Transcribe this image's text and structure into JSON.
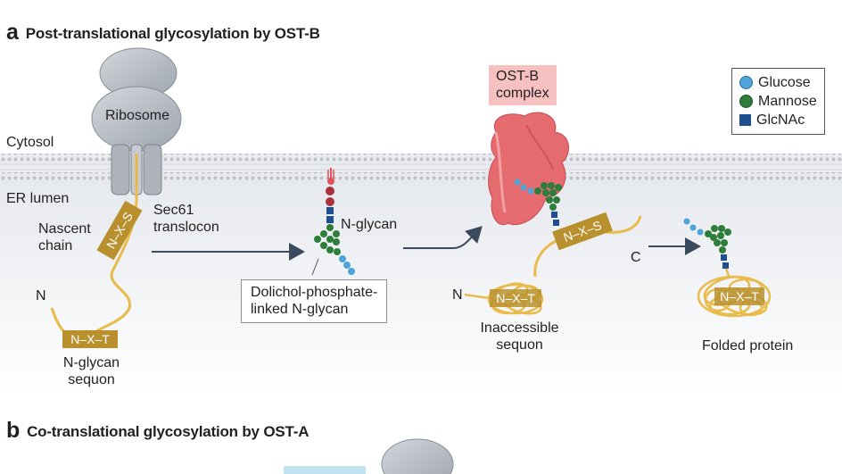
{
  "panel_a": {
    "letter": "a",
    "title": "Post-translational glycosylation by OST-B"
  },
  "panel_b": {
    "letter": "b",
    "title": "Co-translational glycosylation by OST-A"
  },
  "labels": {
    "ribosome": "Ribosome",
    "cytosol": "Cytosol",
    "er_lumen": "ER lumen",
    "nascent_chain": [
      "Nascent",
      "chain"
    ],
    "sec61": [
      "Sec61",
      "translocon"
    ],
    "n_terminus": "N",
    "c_terminus": "C",
    "sequon_motif_nxs": "N–X–S",
    "sequon_motif_nxt": "N–X–T",
    "n_glycan_sequon": [
      "N-glycan",
      "sequon"
    ],
    "n_glycan": "N-glycan",
    "dolichol": [
      "Dolichol-phosphate-",
      "linked N-glycan"
    ],
    "ost_b_complex": [
      "OST-B",
      "complex"
    ],
    "inaccessible_sequon": [
      "Inaccessible",
      "sequon"
    ],
    "folded_protein": "Folded protein"
  },
  "legend": [
    {
      "label": "Glucose",
      "shape": "circle",
      "color": "#4fa3d8"
    },
    {
      "label": "Mannose",
      "shape": "circle",
      "color": "#2e7d3a"
    },
    {
      "label": "GlcNAc",
      "shape": "square",
      "color": "#1f4f8f"
    }
  ],
  "colors": {
    "membrane": "#c9ccd1",
    "ribosome": "#b7bcc4",
    "ost": "#e56b6f",
    "sequon_box": "#b8902e",
    "chain": "#e8bb4a",
    "arrow": "#3b4a5c",
    "pink_label": "#f6c1c0",
    "blue_label": "#bfe3f1"
  }
}
